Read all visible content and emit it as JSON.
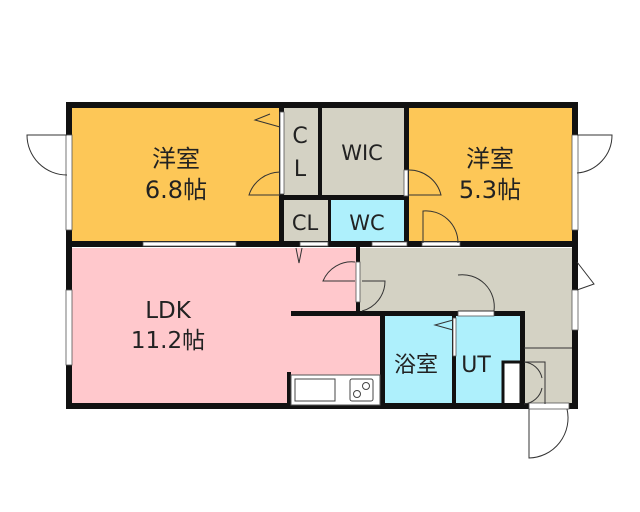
{
  "floorplan": {
    "rooms": {
      "bedroom_left": {
        "name": "洋室",
        "size": "6.8帖"
      },
      "bedroom_right": {
        "name": "洋室",
        "size": "5.3帖"
      },
      "closet_tall": {
        "line1": "C",
        "line2": "L"
      },
      "closet_small": {
        "name": "CL"
      },
      "wic": {
        "name": "WIC"
      },
      "wc": {
        "name": "WC"
      },
      "ldk": {
        "name": "LDK",
        "size": "11.2帖"
      },
      "bath": {
        "name": "浴室"
      },
      "ut": {
        "name": "UT"
      }
    },
    "colors": {
      "bedroom": "#FDC757",
      "storage": "#D4D2C4",
      "wet": "#AEF0FC",
      "ldk": "#FFC8CC",
      "hall": "#D4D2C4"
    }
  }
}
